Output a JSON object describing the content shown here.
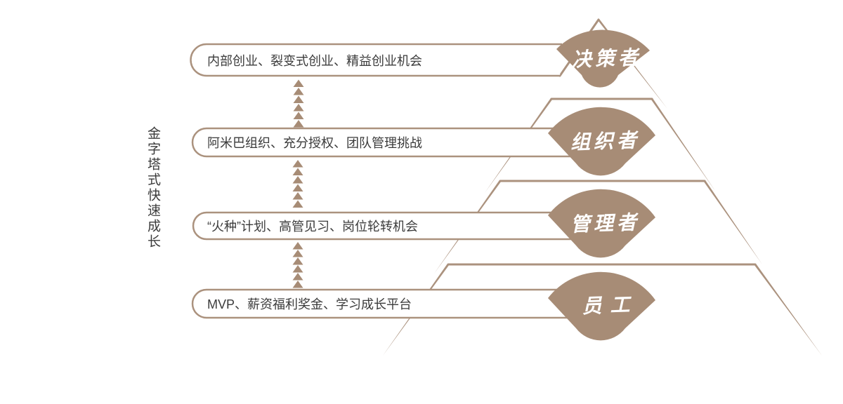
{
  "title": {
    "text": "金字塔式快速成长"
  },
  "levels": [
    {
      "role": "决策者",
      "benefit": "内部创业、裂变式创业、精益创业机会"
    },
    {
      "role": "组织者",
      "benefit": "阿米巴组织、充分授权、团队管理挑战"
    },
    {
      "role": "管理者",
      "benefit": "“火种”计划、高管见习、岗位轮转机会"
    },
    {
      "role": "员工",
      "benefit": "MVP、薪资福利奖金、学习成长平台"
    }
  ],
  "colors": {
    "fan_brown": "#a78c76",
    "line_brown": "#ab927e",
    "text_dark": "#3b3b3b",
    "label_white": "#ffffff"
  }
}
